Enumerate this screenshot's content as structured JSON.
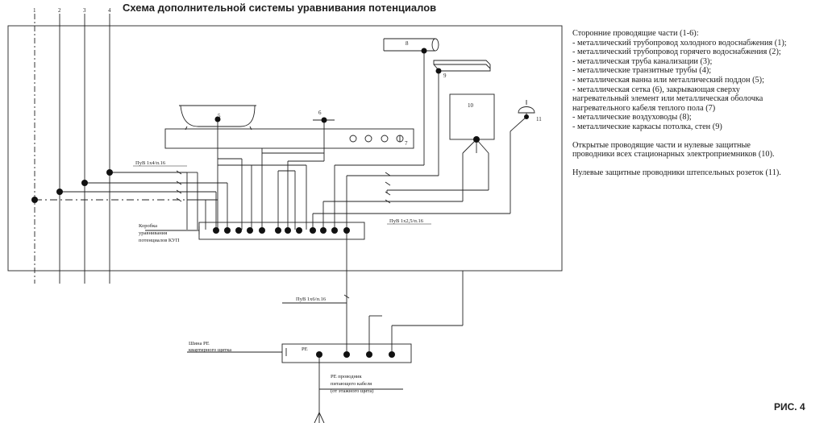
{
  "title": "Схема дополнительной системы уравнивания потенциалов",
  "figure_label": "РИС. 4",
  "bus_numbers": [
    "1",
    "2",
    "3",
    "4"
  ],
  "equipment_numbers": {
    "n5": "5",
    "n6": "6",
    "n7": "7",
    "n8": "8",
    "n9": "9",
    "n10": "10",
    "n11": "11"
  },
  "wire_labels": {
    "pv1x4": "ПуВ 1х4/п.16",
    "pv1x25": "ПуВ 1х2,5/п.16",
    "pv1x6": "ПуВ 1х6/п.16"
  },
  "box_label": [
    "Коробка",
    "уравнивания",
    "потенциалов КУП"
  ],
  "pe_bus_label": [
    "Шина РЕ",
    "квартирного щитка"
  ],
  "pe_label": "РЕ",
  "pe_conductor_label": [
    "РЕ проводник",
    "питающего кабеля",
    "(от этажного щита)"
  ],
  "legend": {
    "third_party_header": "Сторонние проводящие части (1-6):",
    "third_party_items": [
      "- металлический трубопровод холодного водоснабжения (1);",
      "- металлический трубопровод горячего водоснабжения (2);",
      "- металлическая труба канализации (3);",
      "- металлические транзитные трубы (4);",
      "- металлическая ванна или металлический поддон (5);",
      "- металлическая сетка (6), закрывающая сверху",
      " нагревательный элемент или металлическая оболочка",
      "нагревательного кабеля теплого пола (7)",
      "- металлические воздуховоды (8);",
      "- металлические каркасы потолка, стен (9)"
    ],
    "exposed_parts": [
      "Открытые проводящие части и нулевые защитные",
      "проводники всех стационарных электроприемников (10)."
    ],
    "socket_conductors": "Нулевые защитные проводники штепсельных розеток (11)."
  }
}
